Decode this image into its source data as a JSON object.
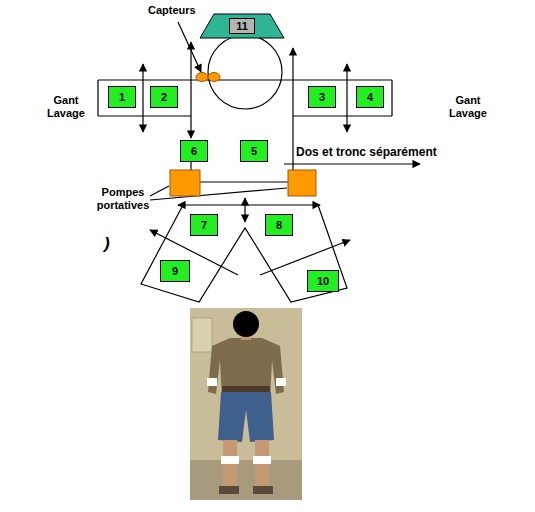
{
  "diagram": {
    "nodes": [
      {
        "text": [
          "11"
        ]
      },
      {
        "text": [
          "1"
        ]
      },
      {
        "text": [
          "2"
        ]
      },
      {
        "text": [
          "3"
        ]
      },
      {
        "text": [
          "4"
        ]
      },
      {
        "text": [
          "6"
        ]
      },
      {
        "text": [
          "5"
        ]
      },
      {
        "text": [
          "7"
        ]
      },
      {
        "text": [
          "8"
        ]
      },
      {
        "text": [
          "9"
        ]
      },
      {
        "text": [
          "10"
        ]
      }
    ],
    "labels": [
      "Capteurs",
      "Gant Lavage",
      "Gant Lavage",
      "Dos et tronc séparément",
      "Pompes portatives",
      ")"
    ]
  }
}
